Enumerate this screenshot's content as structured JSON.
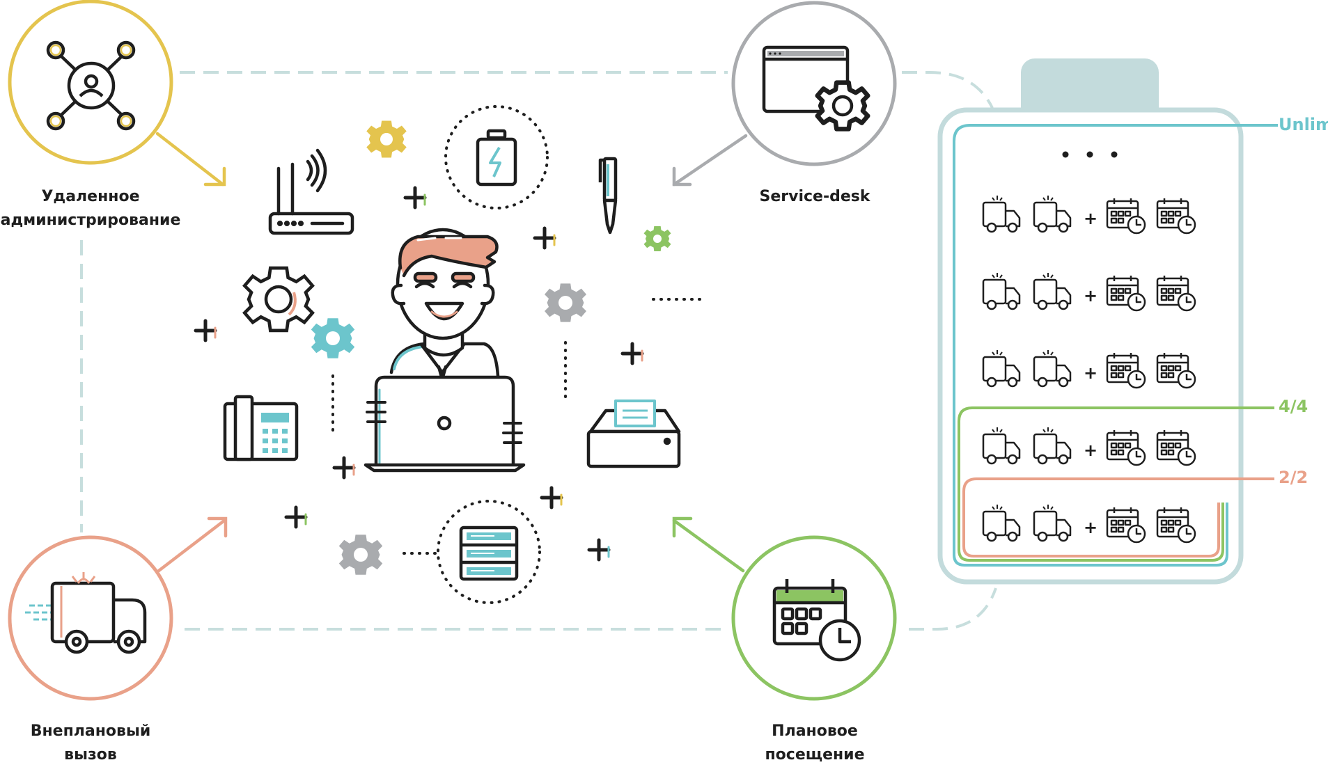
{
  "labels": {
    "remote_admin_line1": "Удаленное",
    "remote_admin_line2": "администрирование",
    "service_desk": "Service-desk",
    "unplanned_line1": "Внеплановый",
    "unplanned_line2": "вызов",
    "planned_line1": "Плановое",
    "planned_line2": "посещение"
  },
  "tiers": {
    "unlim": "Unlim",
    "four": "4/4",
    "two": "2/2"
  },
  "rows": {
    "plus": "+",
    "count": 5
  },
  "colors": {
    "yellow": "#e4c44e",
    "gray": "#a9abae",
    "salmon": "#e9a189",
    "green": "#8cc462",
    "teal": "#6cc5cc",
    "teal_light": "#c3dbdc",
    "dark": "#1e1e1e",
    "dash": "#c7dedd"
  }
}
